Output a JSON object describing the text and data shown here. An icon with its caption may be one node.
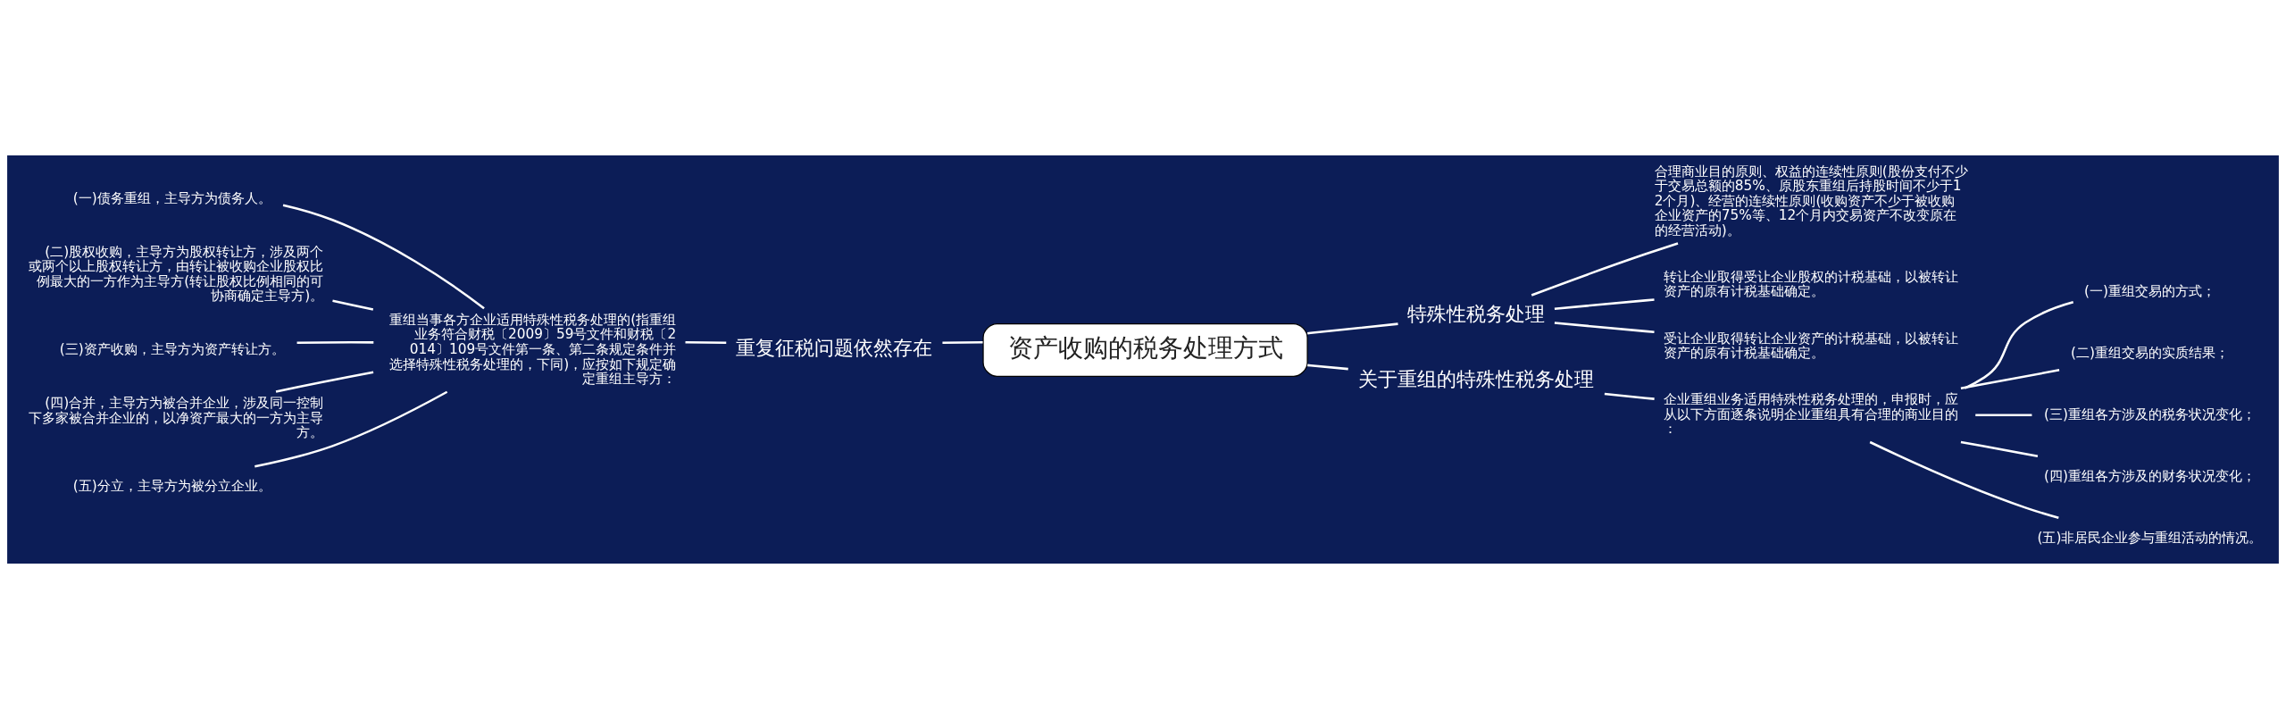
{
  "diagram": {
    "nodes": [
      {
        "text": [
          "资产收购的税务处理方式"
        ]
      },
      {
        "text": [
          "特殊性税务处理"
        ]
      },
      {
        "text": [
          "合理商业目的原则、权益的连续性原则(股份支付不少于交易总额的85%、原股东重组后持股时间不少于12个月)、经营的连续性原则(收购资产不少于被收购企业资产的75%等、12个月内交易资产不改变原在的经营活动)。"
        ]
      },
      {
        "text": [
          "转让企业取得受让企业股权的计税基础，以被转让资产的原有计税基础确定。"
        ]
      },
      {
        "text": [
          "受让企业取得转让企业资产的计税基础，以被转让资产的原有计税基础确定。"
        ]
      },
      {
        "text": [
          "关于重组的特殊性税务处理"
        ]
      },
      {
        "text": [
          "企业重组业务适用特殊性税务处理的，申报时，应从以下方面逐条说明企业重组具有合理的商业目的："
        ]
      },
      {
        "text": [
          "(一)重组交易的方式；"
        ]
      },
      {
        "text": [
          "(二)重组交易的实质结果；"
        ]
      },
      {
        "text": [
          "(三)重组各方涉及的税务状况变化；"
        ]
      },
      {
        "text": [
          "(四)重组各方涉及的财务状况变化；"
        ]
      },
      {
        "text": [
          "(五)非居民企业参与重组活动的情况。"
        ]
      },
      {
        "text": [
          "重复征税问题依然存在"
        ]
      },
      {
        "text": [
          "重组当事各方企业适用特殊性税务处理的(指重组业务符合财税〔2009〕59号文件和财税〔2014〕109号文件第一条、第二条规定条件并选择特殊性税务处理的，下同)，应按如下规定确定重组主导方："
        ]
      },
      {
        "text": [
          "(一)债务重组，主导方为债务人。"
        ]
      },
      {
        "text": [
          "(二)股权收购，主导方为股权转让方，涉及两个或两个以上股权转让方，由转让被收购企业股权比例最大的一方作为主导方(转让股权比例相同的可协商确定主导方)。"
        ]
      },
      {
        "text": [
          "(三)资产收购，主导方为资产转让方。"
        ]
      },
      {
        "text": [
          "(四)合并，主导方为被合并企业，涉及同一控制下多家被合并企业的，以净资产最大的一方为主导方。"
        ]
      },
      {
        "text": [
          "(五)分立，主导方为被分立企业。"
        ]
      }
    ],
    "edges": [
      {
        "from": 0,
        "to": 1,
        "arrow": "none"
      },
      {
        "from": 1,
        "to": 2,
        "arrow": "none"
      },
      {
        "from": 1,
        "to": 3,
        "arrow": "none"
      },
      {
        "from": 1,
        "to": 4,
        "arrow": "none"
      },
      {
        "from": 0,
        "to": 5,
        "arrow": "none"
      },
      {
        "from": 5,
        "to": 6,
        "arrow": "none"
      },
      {
        "from": 6,
        "to": 7,
        "arrow": "none"
      },
      {
        "from": 6,
        "to": 8,
        "arrow": "none"
      },
      {
        "from": 6,
        "to": 9,
        "arrow": "none"
      },
      {
        "from": 6,
        "to": 10,
        "arrow": "none"
      },
      {
        "from": 6,
        "to": 11,
        "arrow": "none"
      },
      {
        "from": 0,
        "to": 12,
        "arrow": "none"
      },
      {
        "from": 12,
        "to": 13,
        "arrow": "none"
      },
      {
        "from": 13,
        "to": 14,
        "arrow": "none"
      },
      {
        "from": 13,
        "to": 15,
        "arrow": "none"
      },
      {
        "from": 13,
        "to": 16,
        "arrow": "none"
      },
      {
        "from": 13,
        "to": 17,
        "arrow": "none"
      },
      {
        "from": 13,
        "to": 18,
        "arrow": "none"
      }
    ]
  }
}
